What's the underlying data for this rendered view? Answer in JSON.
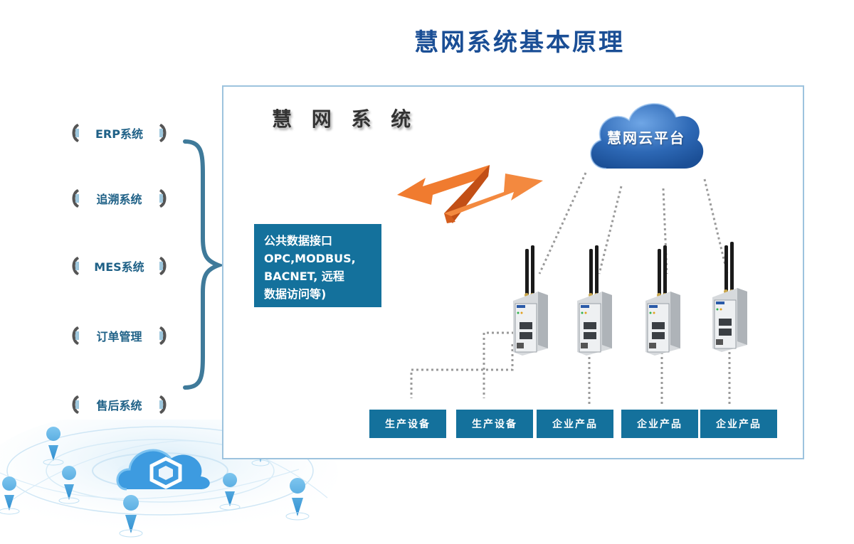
{
  "page": {
    "title": "慧网系统基本原理"
  },
  "left_systems": [
    {
      "label": "ERP系统"
    },
    {
      "label": "追溯系统"
    },
    {
      "label": "MES系统"
    },
    {
      "label": "订单管理"
    },
    {
      "label": "售后系统"
    }
  ],
  "frame": {
    "title": "慧 网 系 统"
  },
  "interface_box": {
    "lines": [
      "公共数据接口",
      "OPC,MODBUS,",
      "BACNET, 远程",
      "数据访问等)"
    ]
  },
  "cloud": {
    "label": "慧网云平台"
  },
  "bottom_boxes": [
    {
      "label": "生产设备"
    },
    {
      "label": "生产设备"
    },
    {
      "label": "企业产品"
    },
    {
      "label": "企业产品"
    },
    {
      "label": "企业产品"
    }
  ],
  "colors": {
    "title_blue": "#1a4e95",
    "box_blue": "#14719c",
    "frame_border": "#9dc3de",
    "arrow_orange": "#f07b2f",
    "cloud_blue": "#2d68b5",
    "brace": "#3f7a9a"
  }
}
